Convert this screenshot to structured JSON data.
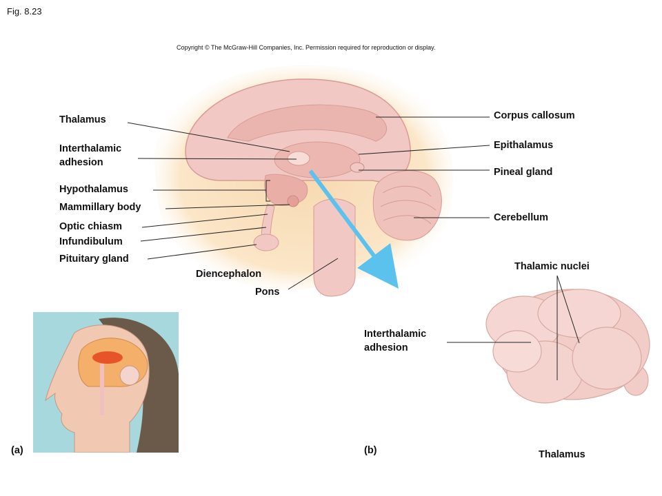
{
  "figure": {
    "number": "Fig. 8.23",
    "copyright": "Copyright © The McGraw-Hill Companies, Inc. Permission required for reproduction or display."
  },
  "panel_a": {
    "tag": "(a)",
    "labels": {
      "thalamus": "Thalamus",
      "interthalamic_1": "Interthalamic",
      "interthalamic_2": "adhesion",
      "hypothalamus": "Hypothalamus",
      "mammillary": "Mammillary body",
      "optic": "Optic chiasm",
      "infundibulum": "Infundibulum",
      "pituitary": "Pituitary gland",
      "diencephalon": "Diencephalon",
      "pons": "Pons",
      "corpus": "Corpus callosum",
      "epithalamus": "Epithalamus",
      "pineal": "Pineal gland",
      "cerebellum": "Cerebellum"
    }
  },
  "panel_b": {
    "tag": "(b)",
    "labels": {
      "thalamic_nuclei": "Thalamic nuclei",
      "interthalamic_1": "Interthalamic",
      "interthalamic_2": "adhesion",
      "thalamus": "Thalamus"
    }
  },
  "colors": {
    "tissue": "#f2c8c4",
    "outline": "#d89a94",
    "halo": "#f7d9b0",
    "arrow": "#5bc2ee",
    "head_bg": "#a6d8dd",
    "brain_highlight": "#e8542a"
  }
}
